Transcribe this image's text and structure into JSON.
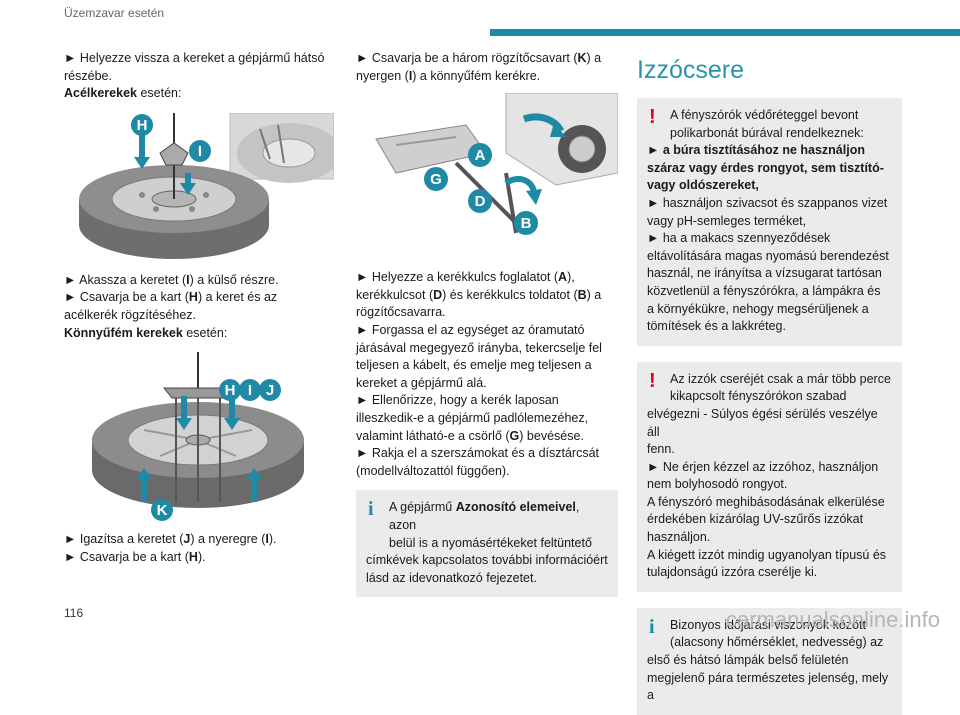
{
  "header": {
    "title": "Üzemzavar esetén"
  },
  "page_number": "116",
  "watermark": "carmanualsonline.info",
  "col1": {
    "p1_line1": "► Helyezze vissza a kereket a gépjármű hátsó",
    "p1_line2": "részébe.",
    "steel_bold": "Acélkerekek",
    "steel_rest": " esetén:",
    "fig1_labels": [
      "H",
      "I"
    ],
    "p2_line1_a": "► Akassza a keretet (",
    "p2_line1_b": "I",
    "p2_line1_c": ") a külső részre.",
    "p2_line2_a": "► Csavarja be a kart (",
    "p2_line2_b": "H",
    "p2_line2_c": ") a keret és az",
    "p2_line3": "acélkerék rögzítéséhez.",
    "alloy_bold": "Könnyűfém kerekek",
    "alloy_rest": " esetén:",
    "fig2_labels": [
      "H",
      "I",
      "J",
      "K"
    ],
    "p3_line1_a": "► Igazítsa a keretet (",
    "p3_line1_b": "J",
    "p3_line1_c": ") a nyeregre (",
    "p3_line1_d": "I",
    "p3_line1_e": ").",
    "p3_line2_a": "► Csavarja be a kart (",
    "p3_line2_b": "H",
    "p3_line2_c": ")."
  },
  "col2": {
    "p1_line1_a": "► Csavarja be a három rögzítőcsavart (",
    "p1_line1_b": "K",
    "p1_line1_c": ") a",
    "p1_line2_a": "nyergen (",
    "p1_line2_b": "I",
    "p1_line2_c": ") a könnyűfém kerékre.",
    "fig3_labels": [
      "A",
      "G",
      "D",
      "B"
    ],
    "lines": [
      [
        "► Helyezze a kerékkulcs foglalatot (",
        "A",
        "),"
      ],
      [
        "kerékkulcsot (",
        "D",
        ") és kerékkulcs toldatot (",
        "B",
        ") a"
      ],
      [
        "rögzítőcsavarra."
      ],
      [
        "► Forgassa el az egységet az óramutató"
      ],
      [
        "járásával megegyező irányba, tekercselje fel"
      ],
      [
        "teljesen a kábelt, és emelje meg teljesen a"
      ],
      [
        "kereket a gépjármű alá."
      ],
      [
        "► Ellenőrizze, hogy a kerék laposan"
      ],
      [
        "illeszkedik-e a gépjármű padlólemezéhez,"
      ],
      [
        "valamint látható-e a csörlő (",
        "G",
        ") bevésése."
      ],
      [
        "► Rakja el a szerszámokat és a dísztárcsát"
      ],
      [
        "(modellváltozattól függően)."
      ]
    ],
    "info_line1_a": "A gépjármű ",
    "info_line1_b": "Azonosító elemeivel",
    "info_line1_c": ", azon",
    "info_line2": "belül is a nyomásértékeket feltüntető",
    "info_line3": "címkévek kapcsolatos további információért",
    "info_line4": "lásd az idevonatkozó fejezetet."
  },
  "col3": {
    "title": "Izzócsere",
    "box1": {
      "line1": "A fényszórók védőréteggel bevont",
      "line2": "polikarbonát búrával rendelkeznek:",
      "bold1": "► a búra tisztításához ne használjon",
      "bold2": "száraz vagy érdes rongyot, sem tisztító-",
      "bold3": "vagy oldószereket,",
      "rest": [
        "► használjon szivacsot és szappanos vizet",
        "vagy pH-semleges terméket,",
        "► ha a makacs szennyeződések",
        "eltávolítására magas nyomású berendezést",
        "használ, ne irányítsa a vízsugarat tartósan",
        "közvetlenül a fényszórókra, a lámpákra és",
        "a környékükre, nehogy megsérüljenek a",
        "tömítések és a lakkréteg."
      ]
    },
    "box2": {
      "line1": "Az izzók cseréjét csak a már több perce",
      "line2": "kikapcsolt fényszórókon szabad",
      "rest": [
        "elvégezni - Súlyos égési sérülés veszélye áll",
        "fenn.",
        "► Ne érjen kézzel az izzóhoz, használjon",
        "nem bolyhosodó rongyot.",
        "A fényszóró meghibásodásának elkerülése",
        "érdekében kizárólag UV-szűrős izzókat",
        "használjon.",
        "A kiégett izzót mindig ugyanolyan típusú és",
        "tulajdonságú izzóra cserélje ki."
      ]
    },
    "box3": {
      "line1": "Bizonyos időjárási viszonyok között",
      "line2": "(alacsony hőmérséklet, nedvesség) az",
      "rest": [
        "első és hátsó lámpák belső felületén",
        "megjelenő pára természetes jelenség, mely a"
      ]
    }
  }
}
